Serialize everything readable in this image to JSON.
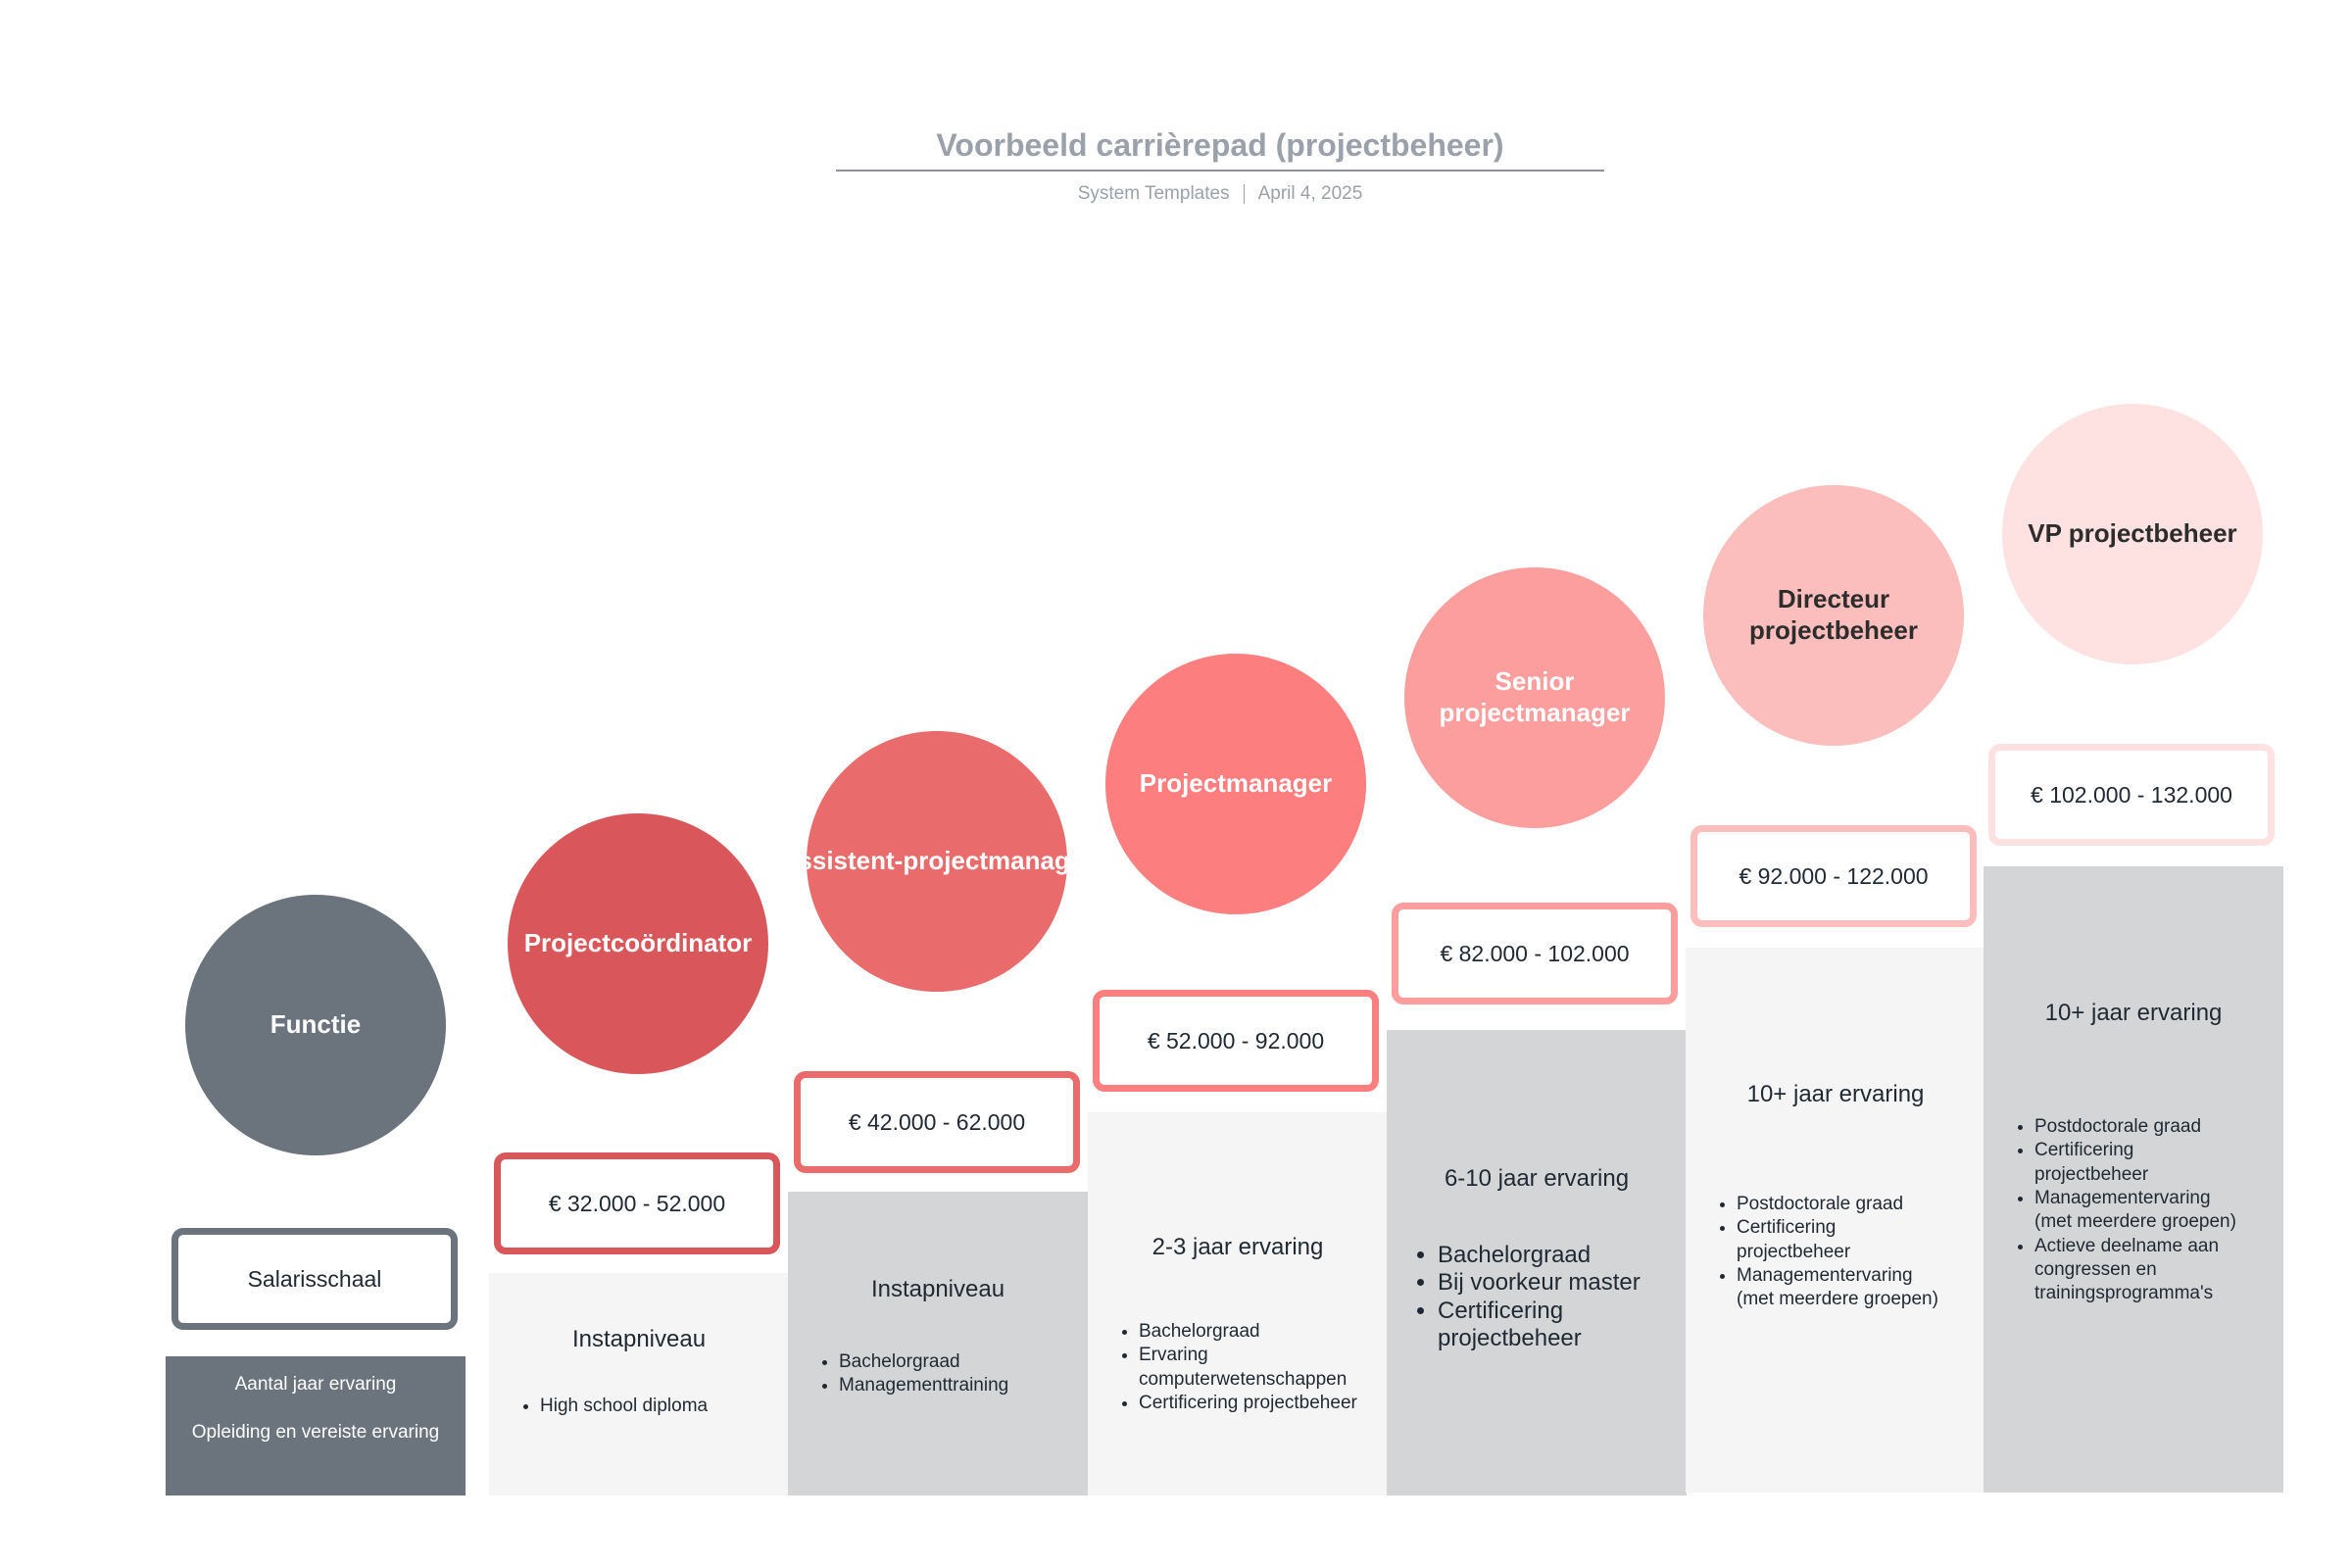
{
  "header": {
    "title": "Voorbeeld carrièrepad (projectbeheer)",
    "source": "System Templates",
    "date": "April 4, 2025"
  },
  "legend": {
    "circle_label": "Functie",
    "salary_label": "Salarisschaal",
    "block_line1": "Aantal jaar ervaring",
    "block_line2": "Opleiding en vereiste ervaring"
  },
  "levels": [
    {
      "role": "Projectcoördinator",
      "salary": "€ 32.000 - 52.000",
      "experience": "Instapniveau",
      "requirements": [
        "High school diploma"
      ]
    },
    {
      "role": "Assistent-projectmanager",
      "salary": "€ 42.000 - 62.000",
      "experience": "Instapniveau",
      "requirements": [
        "Bachelorgraad",
        "Managementtraining"
      ]
    },
    {
      "role": "Projectmanager",
      "salary": "€ 52.000 - 92.000",
      "experience": "2-3 jaar ervaring",
      "requirements": [
        "Bachelorgraad",
        "Ervaring computerwetenschappen",
        "Certificering projectbeheer"
      ]
    },
    {
      "role_line1": "Senior",
      "role_line2": "projectmanager",
      "salary": "€ 82.000 - 102.000",
      "experience": "6-10 jaar ervaring",
      "requirements": [
        "Bachelorgraad",
        "Bij voorkeur master",
        "Certificering projectbeheer"
      ]
    },
    {
      "role_line1": "Directeur",
      "role_line2": "projectbeheer",
      "salary": "€ 92.000 - 122.000",
      "experience": "10+ jaar ervaring",
      "requirements": [
        "Postdoctorale graad",
        "Certificering projectbeheer",
        "Managementervaring (met meerdere groepen)"
      ]
    },
    {
      "role": "VP projectbeheer",
      "salary": "€ 102.000 - 132.000",
      "experience": "10+ jaar ervaring",
      "requirements": [
        "Postdoctorale graad",
        "Certificering projectbeheer",
        "Managementervaring (met meerdere groepen)",
        "Actieve deelname aan congressen en trainingsprogramma's"
      ]
    }
  ],
  "colors": {
    "legend": "#6b737d",
    "level1": "#d9575a",
    "level2": "#ea6b6b",
    "level3": "#fc7e7e",
    "level4": "#fd9e9e",
    "level5": "#fcbdbd",
    "level6": "#fee2e2",
    "block_light": "#f5f5f5",
    "block_dark": "#d4d5d7"
  }
}
